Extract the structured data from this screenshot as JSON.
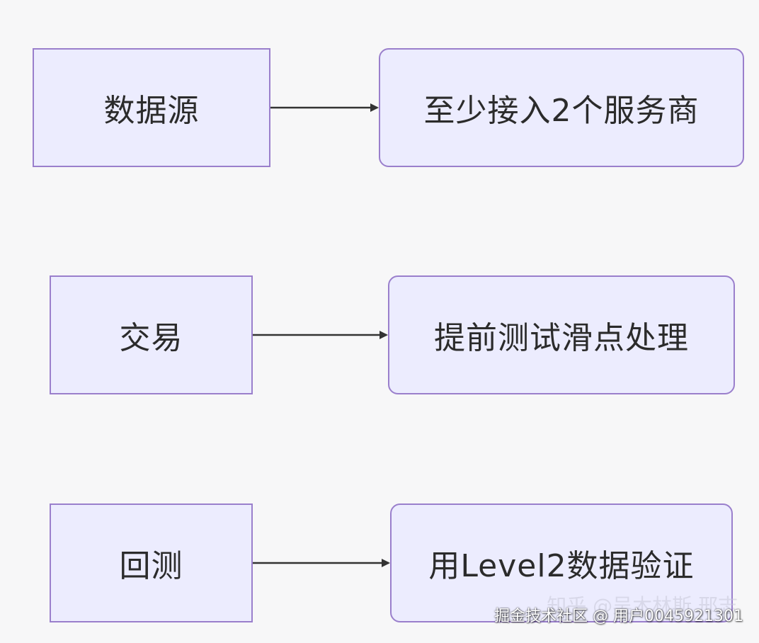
{
  "rows": [
    {
      "key": "数据源",
      "value": "至少接入2个服务商"
    },
    {
      "key": "交易",
      "value": "提前测试滑点处理"
    },
    {
      "key": "回测",
      "value": "用Level2数据验证"
    }
  ],
  "colors": {
    "background": "#f7f7f8",
    "node_fill": "#ececfe",
    "node_border": "#9a7fcc",
    "edge": "#333333",
    "text": "#2b2b2b"
  },
  "watermark": {
    "text": "掘金技术社区 @ 用户0045921301",
    "ghost": "知乎 @吴木林斯 邢志"
  }
}
